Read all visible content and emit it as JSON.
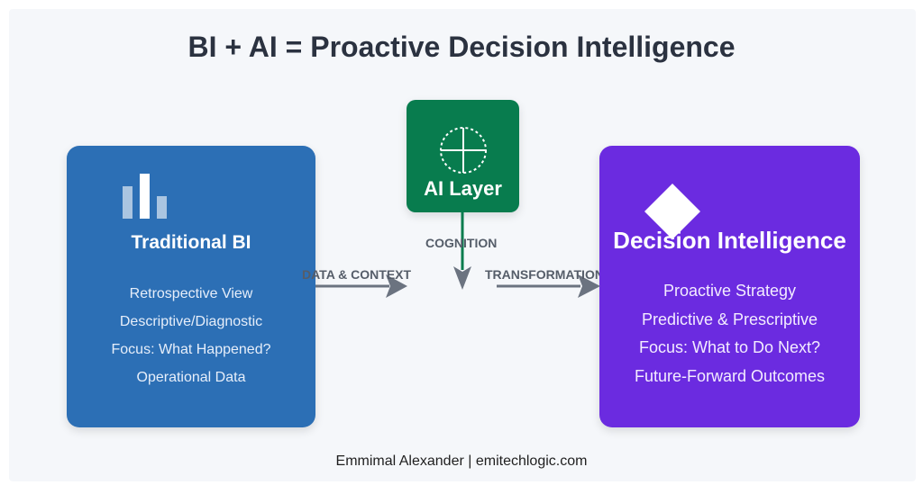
{
  "title": "BI + AI = Proactive Decision Intelligence",
  "traditional_bi": {
    "icon": "bar-chart-icon",
    "title": "Traditional BI",
    "items": [
      "Retrospective View",
      "Descriptive/Diagnostic",
      "Focus: What Happened?",
      "Operational Data"
    ]
  },
  "ai_layer": {
    "icon": "crosshair-icon",
    "title": "AI Layer"
  },
  "decision_intelligence": {
    "icon": "diamond-icon",
    "title": "Decision Intelligence",
    "items": [
      "Proactive Strategy",
      "Predictive & Prescriptive",
      "Focus: What to Do Next?",
      "Future-Forward Outcomes"
    ]
  },
  "connectors": {
    "left": "DATA & CONTEXT",
    "top": "COGNITION",
    "right": "TRANSFORMATION"
  },
  "footer": "Emmimal Alexander | emitechlogic.com",
  "colors": {
    "bi": "#2c6fb5",
    "ai": "#087c4e",
    "di": "#6b2be0",
    "arrow": "#6b7380"
  }
}
